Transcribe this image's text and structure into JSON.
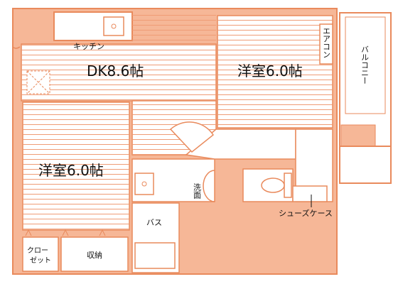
{
  "colors": {
    "wall": "#e98a5c",
    "wall_fill": "#f6b797",
    "floor_line": "#ef9c76",
    "text": "#111111"
  },
  "rooms": {
    "dk": {
      "label": "DK8.6帖"
    },
    "western_top": {
      "label": "洋室6.0帖"
    },
    "western_left": {
      "label": "洋室6.0帖"
    }
  },
  "fixtures": {
    "kitchen": "キッチン",
    "aircon": "エアコン",
    "balcony": "バルコニー",
    "washroom": "洗面",
    "bath": "バス",
    "shoe_case": "シューズケース",
    "storage": "収納",
    "closet_line1": "クロー",
    "closet_line2": "ゼット"
  }
}
